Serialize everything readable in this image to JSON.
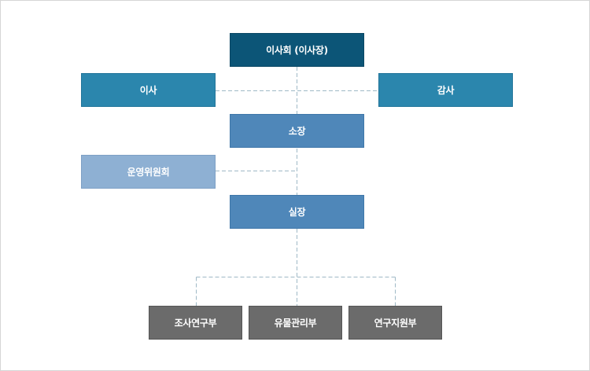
{
  "org_chart": {
    "board": "이사회 (이사장)",
    "director": "이사",
    "auditor": "감사",
    "head": "소장",
    "committee": "운영위원회",
    "chief": "실장",
    "departments": [
      "조사연구부",
      "유물관리부",
      "연구지원부"
    ]
  },
  "colors": {
    "board": "#0c5577",
    "side": "#2b86ad",
    "mid": "#4f87b9",
    "committee": "#8eb0d3",
    "department": "#6b6b6b",
    "connector": "#9fb9c6"
  }
}
